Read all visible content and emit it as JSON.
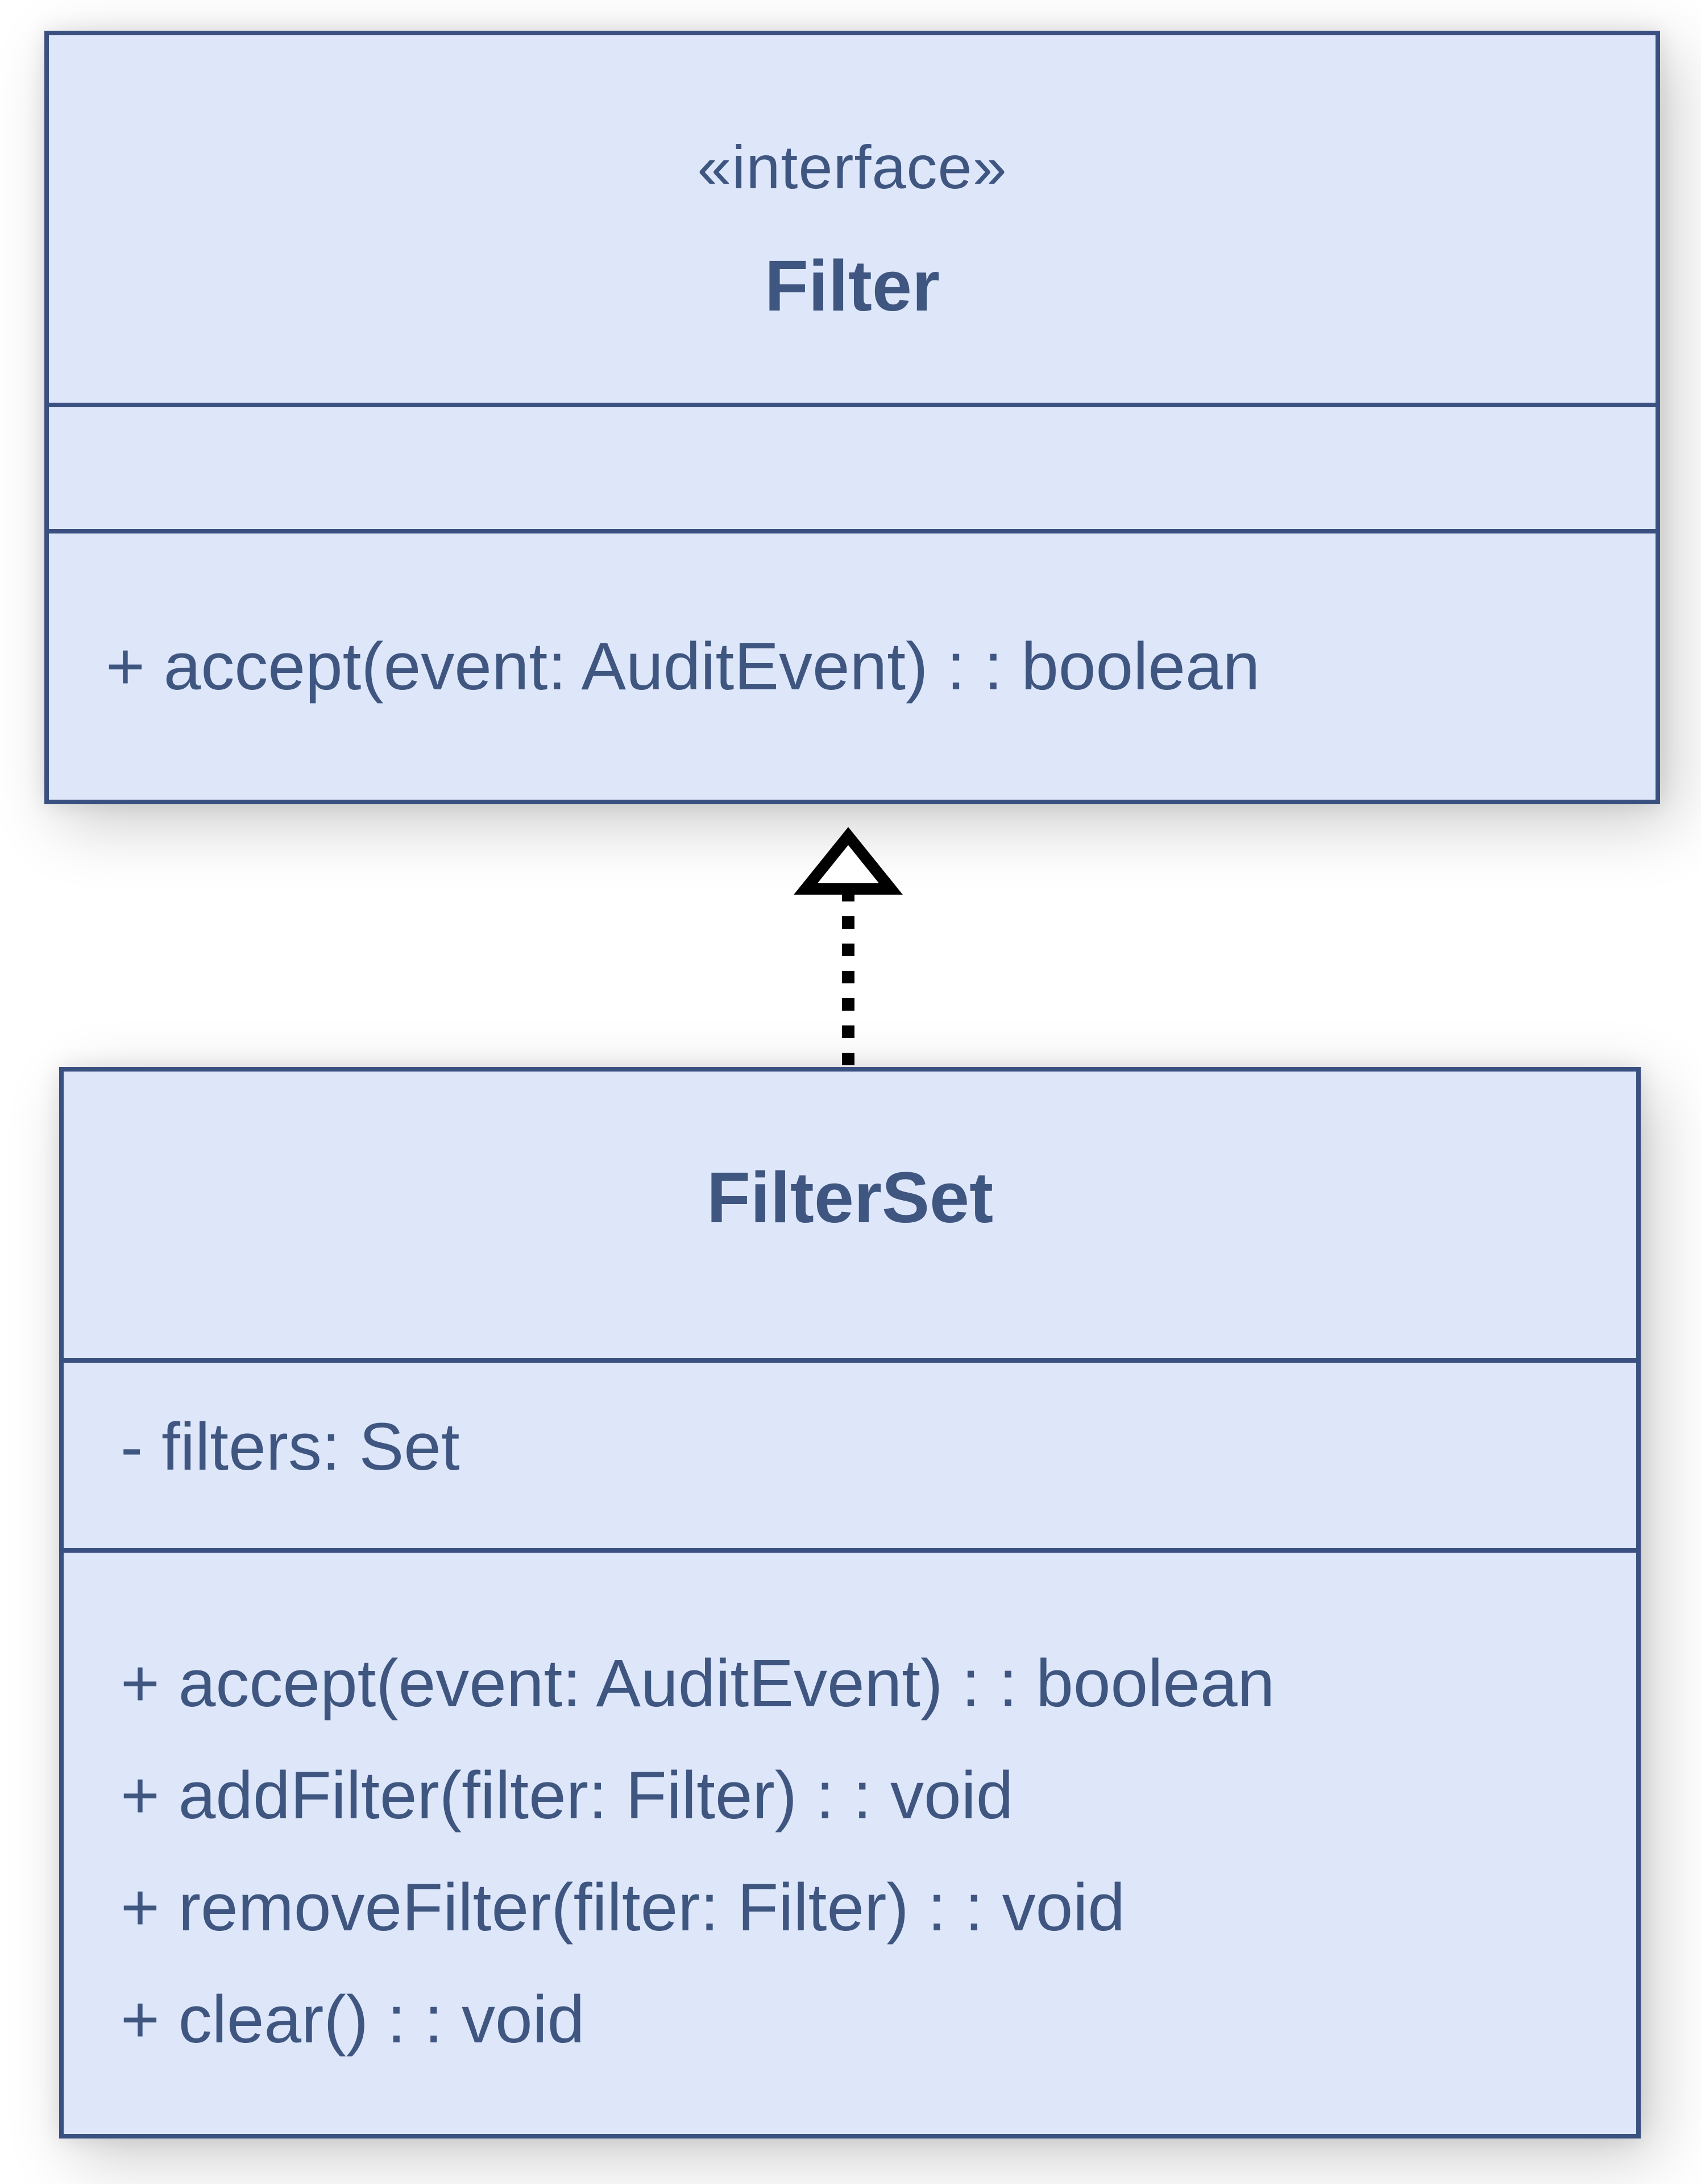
{
  "interface_class": {
    "stereotype": "«interface»",
    "name": "Filter",
    "methods": [
      "+ accept(event: AuditEvent) : : boolean"
    ]
  },
  "implementing_class": {
    "name": "FilterSet",
    "attributes": [
      "- filters: Set"
    ],
    "methods": [
      "+ accept(event: AuditEvent) : : boolean",
      "+ addFilter(filter: Filter) : : void",
      "+ removeFilter(filter: Filter) : : void",
      "+ clear() : : void"
    ]
  },
  "relationship": {
    "type": "realization",
    "from": "FilterSet",
    "to": "Filter",
    "line_style": "dashed",
    "arrowhead": "hollow-triangle"
  },
  "colors": {
    "box_fill": "#dee7fa",
    "box_border": "#3a5080",
    "text": "#3f5680",
    "arrow": "#000000",
    "background": "#ffffff"
  }
}
